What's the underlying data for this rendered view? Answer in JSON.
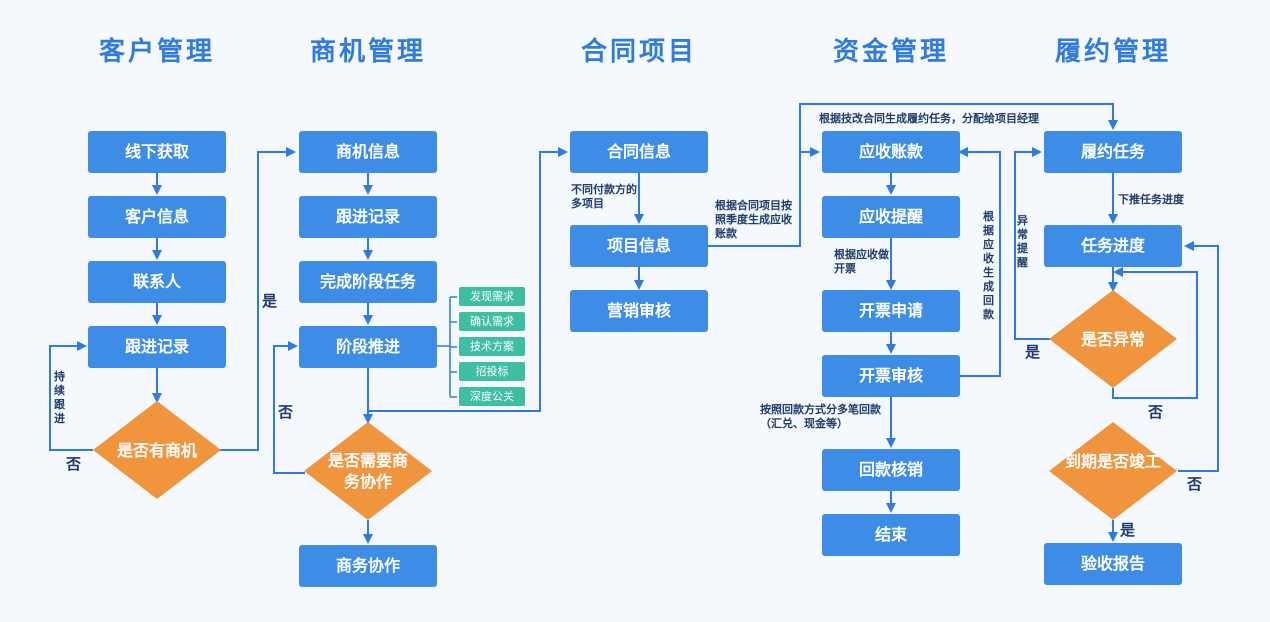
{
  "columns": [
    "客户管理",
    "商机管理",
    "合同项目",
    "资金管理",
    "履约管理"
  ],
  "customer": {
    "steps": [
      "线下获取",
      "客户信息",
      "联系人",
      "跟进记录"
    ],
    "decision": "是否有商机",
    "loop_label": "持续跟进",
    "no_label": "否",
    "yes_label": "是"
  },
  "opportunity": {
    "steps": [
      "商机信息",
      "跟进记录",
      "完成阶段任务",
      "阶段推进"
    ],
    "stages": [
      "发现需求",
      "确认需求",
      "技术方案",
      "招投标",
      "深度公关"
    ],
    "decision": "是否需要商务协作",
    "no_label": "否",
    "end_step": "商务协作"
  },
  "contract": {
    "steps": [
      "合同信息",
      "项目信息",
      "营销审核"
    ],
    "note_multi": "不同付款方的多项目",
    "note_receivable": "根据合同项目按照季度生成应收账款"
  },
  "finance": {
    "top_note": "根据技改合同生成履约任务，分配给项目经理",
    "steps": [
      "应收账款",
      "应收提醒",
      "开票申请",
      "开票审核",
      "回款核销",
      "结束"
    ],
    "note_invoice": "根据应收做开票",
    "note_repay": "按照回款方式分多笔回款（汇兑、现金等）",
    "side_note": "根据应收生成回款"
  },
  "fulfillment": {
    "steps": [
      "履约任务",
      "任务进度"
    ],
    "note_push": "下推任务进度",
    "abnormal_decision": "是否异常",
    "alert_note": "异常提醒",
    "yes_label": "是",
    "no_label": "否",
    "done_decision": "到期是否竣工",
    "done_no_label": "否",
    "done_yes_label": "是",
    "end_step": "验收报告"
  },
  "colors": {
    "header": "#2f7be0",
    "box": "#3d8de6",
    "diamond": "#f0953d",
    "tag": "#3ebfa3",
    "arrow": "#2f7be0"
  }
}
